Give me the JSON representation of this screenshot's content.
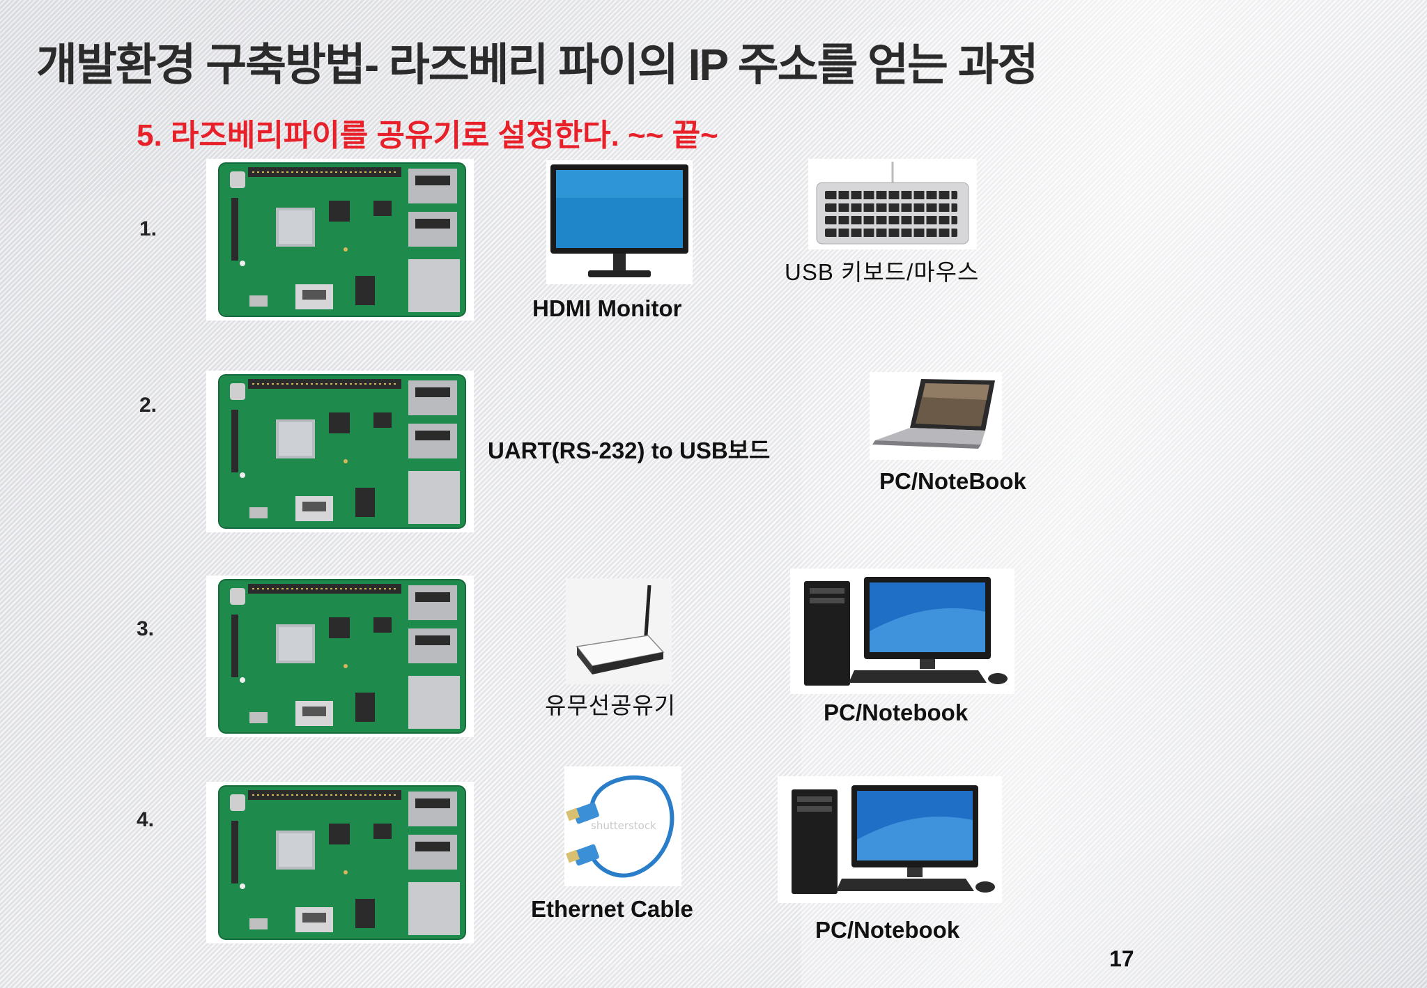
{
  "title": "개발환경 구축방법- 라즈베리 파이의 IP 주소를 얻는 과정",
  "subtitle": "5. 라즈베리파이를 공유기로 설정한다. ~~ 끝~",
  "rows": [
    {
      "number": "1.",
      "device_labels": [
        "HDMI Monitor",
        "USB 키보드/마우스"
      ]
    },
    {
      "number": "2.",
      "device_labels": [
        "UART(RS-232) to USB보드",
        "PC/NoteBook"
      ]
    },
    {
      "number": "3.",
      "device_labels": [
        "유무선공유기",
        "PC/Notebook"
      ]
    },
    {
      "number": "4.",
      "device_labels": [
        "Ethernet Cable",
        "PC/Notebook"
      ]
    }
  ],
  "watermark": "shutterstock",
  "page_number": "17",
  "colors": {
    "title": "#2b2b2b",
    "subtitle": "#e8202a",
    "board_green": "#1e8a4c"
  },
  "icons": [
    "raspberry-pi-board-icon",
    "monitor-icon",
    "keyboard-icon",
    "laptop-icon",
    "wireless-router-icon",
    "desktop-pc-icon",
    "ethernet-cable-icon"
  ]
}
